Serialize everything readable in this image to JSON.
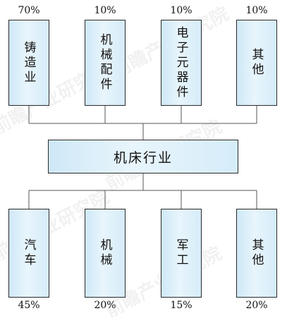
{
  "center": {
    "label": "机床行业"
  },
  "upstream": [
    {
      "label": "铸造业",
      "percent": "70%"
    },
    {
      "label": "机械配件",
      "percent": "10%"
    },
    {
      "label": "电子元器件",
      "percent": "10%"
    },
    {
      "label": "其他",
      "percent": "10%"
    }
  ],
  "downstream": [
    {
      "label": "汽车",
      "percent": "45%"
    },
    {
      "label": "机械",
      "percent": "20%"
    },
    {
      "label": "军工",
      "percent": "15%"
    },
    {
      "label": "其他",
      "percent": "20%"
    }
  ],
  "watermark": "前瞻产业研究院",
  "colors": {
    "box_fill": "#dff0fa",
    "border": "#2a2a2a",
    "connector": "#555555"
  }
}
